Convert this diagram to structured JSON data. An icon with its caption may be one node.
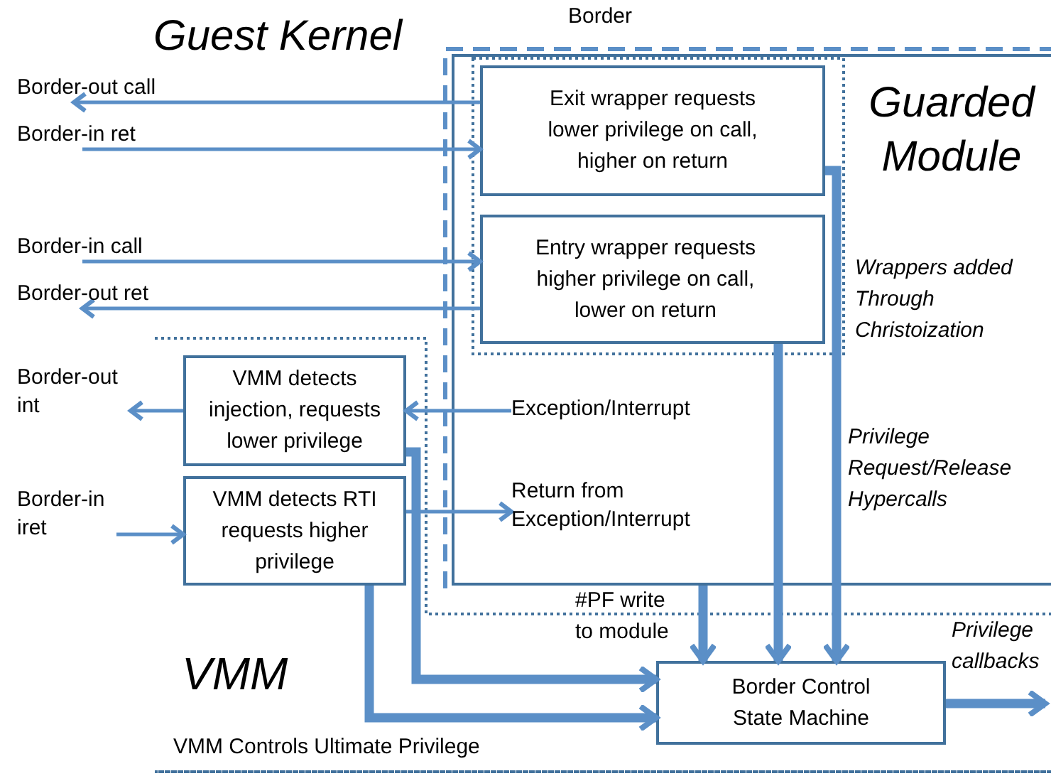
{
  "diagram": {
    "nodes": [
      {
        "text": [
          "Border"
        ]
      },
      {
        "text": [
          "Guarded Module"
        ],
        "in": 0
      },
      {
        "text": [
          "Wrappers added Through Christoization"
        ],
        "in": 1
      },
      {
        "text": [
          "Exit wrapper requests lower privilege on call, higher on return"
        ],
        "in": 2
      },
      {
        "text": [
          "Entry wrapper requests higher privilege on call, lower on return"
        ],
        "in": 2
      },
      {
        "text": [
          "VMM",
          "VMM Controls Ultimate Privilege"
        ]
      },
      {
        "text": [
          "VMM detects injection, requests lower privilege"
        ],
        "in": 5
      },
      {
        "text": [
          "VMM detects RTI requests higher privilege"
        ],
        "in": 5
      },
      {
        "text": [
          "Border Control State Machine"
        ],
        "in": 5
      },
      {
        "text": [
          "Border-out call"
        ]
      },
      {
        "text": [
          "Border-in ret"
        ]
      },
      {
        "text": [
          "Border-in call"
        ]
      },
      {
        "text": [
          "Border-out ret"
        ]
      },
      {
        "text": [
          "Border-out int"
        ]
      },
      {
        "text": [
          "Border-in iret"
        ]
      },
      {
        "text": [
          "Exception/Interrupt"
        ]
      },
      {
        "text": [
          "Return from Exception/Interrupt"
        ]
      }
    ],
    "edges": [
      {
        "from": 3,
        "to": 9,
        "arrow": "to"
      },
      {
        "from": 10,
        "to": 3,
        "arrow": "to"
      },
      {
        "from": 11,
        "to": 4,
        "arrow": "to"
      },
      {
        "from": 4,
        "to": 12,
        "arrow": "to"
      },
      {
        "from": 6,
        "to": 13,
        "arrow": "to"
      },
      {
        "from": 15,
        "to": 6,
        "arrow": "to"
      },
      {
        "from": 14,
        "to": 7,
        "arrow": "to"
      },
      {
        "from": 7,
        "to": 16,
        "arrow": "to"
      },
      {
        "from": 3,
        "to": 8,
        "arrow": "to",
        "style": "thick"
      },
      {
        "from": 4,
        "to": 8,
        "arrow": "to",
        "style": "thick"
      },
      {
        "from": 1,
        "to": 8,
        "arrow": "to",
        "style": "thick",
        "label": "#PF write to module"
      },
      {
        "from": 6,
        "to": 8,
        "arrow": "to",
        "style": "thick"
      },
      {
        "from": 7,
        "to": 8,
        "arrow": "to",
        "style": "thick"
      },
      {
        "from": 8,
        "to": null,
        "arrow": "to",
        "style": "thick",
        "label": "Privilege callbacks"
      }
    ],
    "labels": [
      "Guest Kernel",
      "Privilege Request/Release Hypercalls"
    ]
  }
}
